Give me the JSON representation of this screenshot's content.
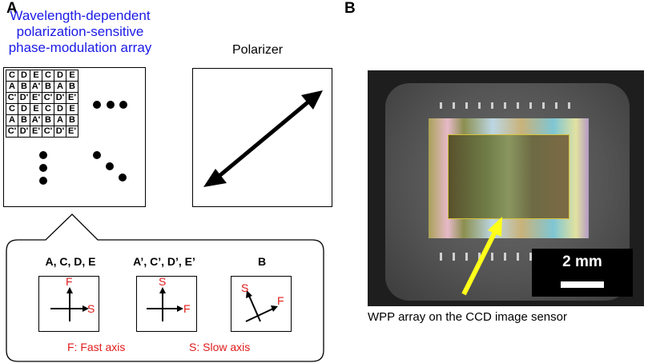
{
  "panel_a": {
    "label": "A",
    "title_lines": [
      "Wavelength-dependent",
      "polarization-sensitive",
      "phase-modulation array"
    ],
    "grid": [
      [
        "C",
        "D",
        "E",
        "C",
        "D",
        "E"
      ],
      [
        "A",
        "B",
        "A'",
        "B",
        "A",
        "B"
      ],
      [
        "C'",
        "D'",
        "E'",
        "C'",
        "D'",
        "E'"
      ],
      [
        "C",
        "D",
        "E",
        "C",
        "D",
        "E"
      ],
      [
        "A",
        "B",
        "A'",
        "B",
        "A",
        "B"
      ],
      [
        "C'",
        "D'",
        "E'",
        "C'",
        "D'",
        "E'"
      ]
    ],
    "polarizer_label": "Polarizer",
    "cells": [
      {
        "label": "A, C, D, E",
        "axis1": "F",
        "axis2": "S"
      },
      {
        "label": "A’, C’, D’, E’",
        "axis1": "S",
        "axis2": "F"
      },
      {
        "label": "B",
        "axis1": "S",
        "axis2": "F"
      }
    ],
    "legend_fast": "F: Fast axis",
    "legend_slow": "S: Slow axis"
  },
  "panel_b": {
    "label": "B",
    "scale_label": "2 mm",
    "caption": "WPP array on the CCD image sensor"
  },
  "colors": {
    "title": "#1a1ae6",
    "axis_labels": "#e01b1b",
    "arrow": "#ffff1a"
  }
}
